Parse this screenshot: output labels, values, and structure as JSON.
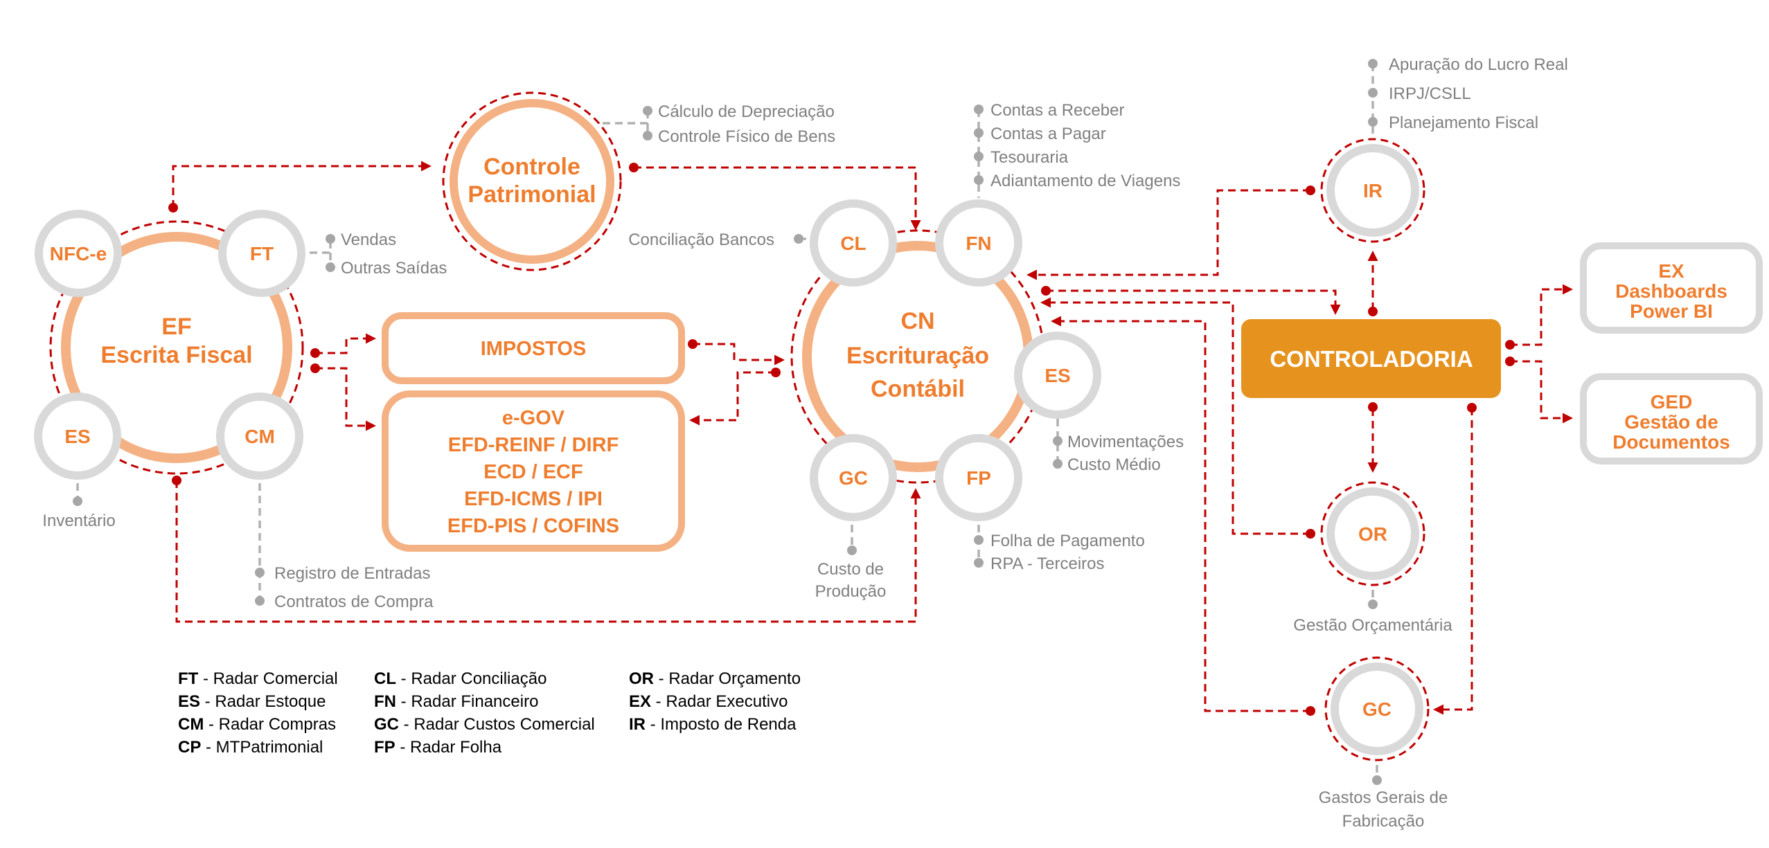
{
  "colors": {
    "accent_orange": "#ef7d2e",
    "peach": "#f4b183",
    "gray_ring": "#d9d9d9",
    "gray_text": "#7f7f7f",
    "connector_red": "#c00000",
    "controladoria_fill": "#e6921e",
    "white": "#ffffff"
  },
  "ef": {
    "title": "EF",
    "subtitle": "Escrita Fiscal",
    "nodes": {
      "nfce": "NFC-e",
      "ft": "FT",
      "es": "ES",
      "cm": "CM"
    },
    "ft_notes": [
      "Vendas",
      "Outras Saídas"
    ],
    "es_note": "Inventário",
    "cm_notes": [
      "Registro de Entradas",
      "Contratos de Compra"
    ]
  },
  "patrimonial": {
    "line1": "Controle",
    "line2": "Patrimonial",
    "notes": [
      "Cálculo de Depreciação",
      "Controle Físico de Bens"
    ]
  },
  "impostos": {
    "label": "IMPOSTOS"
  },
  "egov": {
    "lines": [
      "e-GOV",
      "EFD-REINF / DIRF",
      "ECD / ECF",
      "EFD-ICMS / IPI",
      "EFD-PIS / COFINS"
    ]
  },
  "cn": {
    "title": "CN",
    "line2": "Escrituração",
    "line3": "Contábil",
    "nodes": {
      "cl": "CL",
      "fn": "FN",
      "es": "ES",
      "gc": "GC",
      "fp": "FP"
    },
    "cl_note": "Conciliação Bancos",
    "fn_notes": [
      "Contas a Receber",
      "Contas a Pagar",
      "Tesouraria",
      "Adiantamento de Viagens"
    ],
    "es_notes": [
      "Movimentações",
      "Custo Médio"
    ],
    "gc_notes": [
      "Custo de",
      "Produção"
    ],
    "fp_notes": [
      "Folha de Pagamento",
      "RPA - Terceiros"
    ]
  },
  "controladoria": {
    "label": "CONTROLADORIA",
    "ir": {
      "label": "IR",
      "notes": [
        "Apuração do Lucro Real",
        "IRPJ/CSLL",
        "Planejamento Fiscal"
      ]
    },
    "or": {
      "label": "OR",
      "note": "Gestão Orçamentária"
    },
    "gc": {
      "label": "GC",
      "notes": [
        "Gastos Gerais de",
        "Fabricação"
      ]
    }
  },
  "outputs": {
    "ex": [
      "EX",
      "Dashboards",
      "Power BI"
    ],
    "ged": [
      "GED",
      "Gestão de",
      "Documentos"
    ]
  },
  "legend": {
    "col1": [
      {
        "abbr": "FT",
        "text": " - Radar Comercial"
      },
      {
        "abbr": "ES",
        "text": " - Radar Estoque"
      },
      {
        "abbr": "CM",
        "text": " - Radar Compras"
      },
      {
        "abbr": "CP",
        "text": " - MTPatrimonial"
      }
    ],
    "col2": [
      {
        "abbr": "CL",
        "text": " - Radar Conciliação"
      },
      {
        "abbr": "FN",
        "text": " - Radar Financeiro"
      },
      {
        "abbr": "GC",
        "text": " - Radar Custos Comercial"
      },
      {
        "abbr": "FP",
        "text": " - Radar Folha"
      }
    ],
    "col3": [
      {
        "abbr": "OR",
        "text": " - Radar Orçamento"
      },
      {
        "abbr": "EX",
        "text": " - Radar Executivo"
      },
      {
        "abbr": "IR",
        "text": " - Imposto de Renda"
      }
    ]
  }
}
